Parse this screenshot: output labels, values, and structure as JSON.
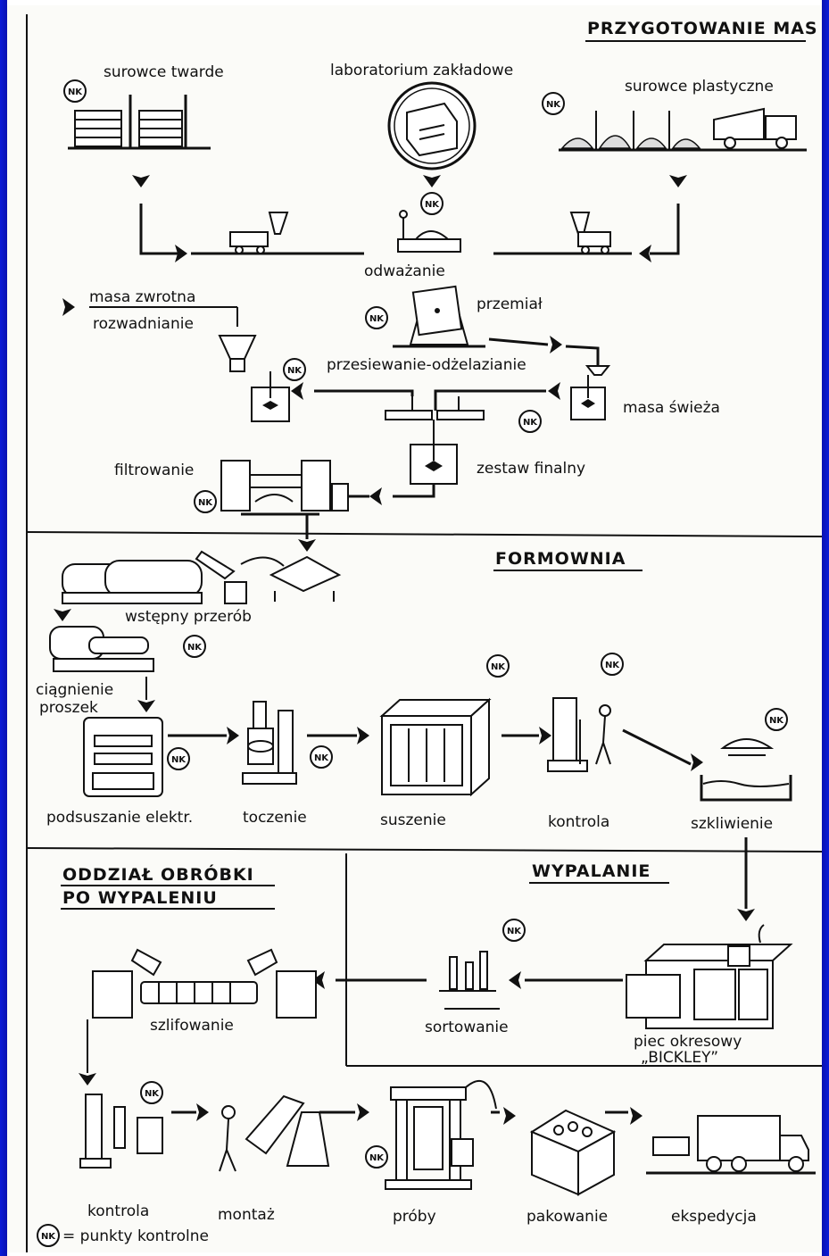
{
  "sections": {
    "przygotowanie": "PRZYGOTOWANIE MAS",
    "formownia": "FORMOWNIA",
    "obrobka_line1": "ODDZIAŁ OBRÓBKI",
    "obrobka_line2": "PO WYPALENIU",
    "wypalanie": "WYPALANIE"
  },
  "labels": {
    "surowce_twarde": "surowce twarde",
    "laboratorium": "laboratorium zakładowe",
    "surowce_plastyczne": "surowce plastyczne",
    "odwazanie": "odważanie",
    "masa_zwrotna": "masa zwrotna",
    "rozwadnianie": "rozwadnianie",
    "przemial": "przemiał",
    "przesiewanie": "przesiewanie-odżelazianie",
    "masa_swieza": "masa świeża",
    "filtrowanie": "filtrowanie",
    "zestaw_finalny": "zestaw finalny",
    "wstepny_przerob": "wstępny przerób",
    "ciagnienie": "ciągnienie",
    "proszek": "proszek",
    "podsuszanie": "podsuszanie elektr.",
    "toczenie": "toczenie",
    "suszenie": "suszenie",
    "kontrola_form": "kontrola",
    "szkliwienie": "szkliwienie",
    "szlifowanie": "szlifowanie",
    "sortowanie": "sortowanie",
    "piec_line1": "piec okresowy",
    "piec_line2": "„BICKLEY”",
    "kontrola_final": "kontrola",
    "montaz": "montaż",
    "proby": "próby",
    "pakowanie": "pakowanie",
    "ekspedycja": "ekspedycja"
  },
  "legend": {
    "symbol": "NK",
    "text": "= punkty kontrolne"
  },
  "colors": {
    "border": "#0a14c8",
    "paper": "#fbfbf8",
    "ink": "#111111"
  }
}
